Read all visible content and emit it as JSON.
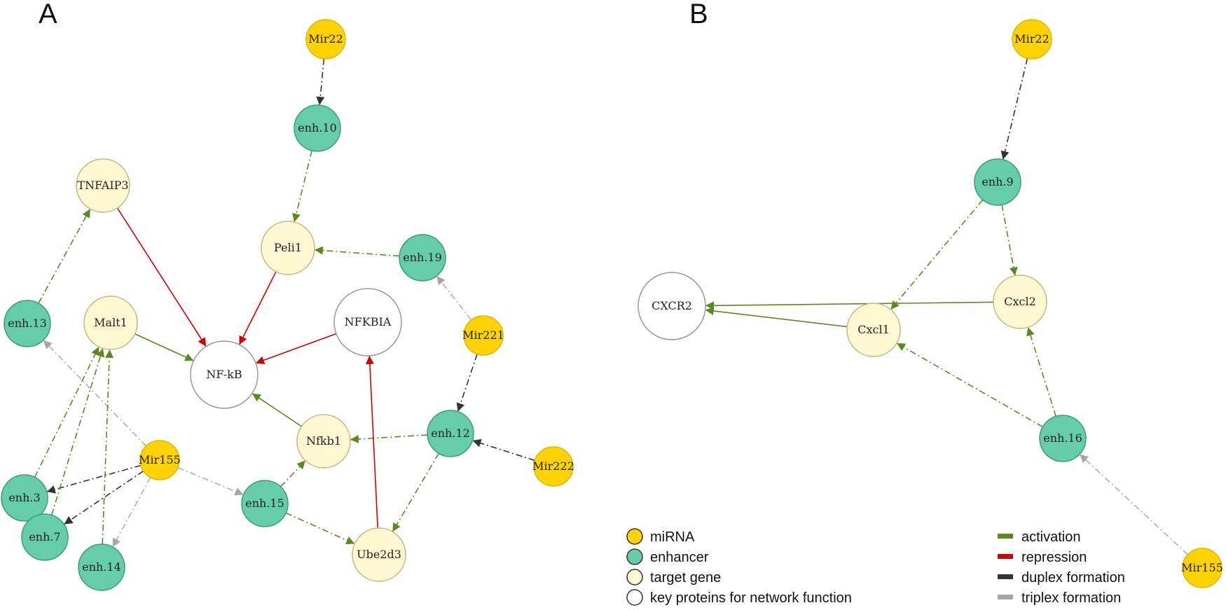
{
  "panels": [
    {
      "label": "A"
    },
    {
      "label": "B"
    }
  ],
  "colors": {
    "mirna_fill": "#FFD300",
    "mirna_stroke": "#D9B800",
    "enhancer_fill": "#66CDAA",
    "enhancer_stroke": "#3E9C7C",
    "gene_fill": "#FFF8D0",
    "gene_stroke": "#BDB88A",
    "protein_fill": "#FFFFFF",
    "protein_stroke": "#9A9A9A",
    "activation": "#5A8A1E",
    "repression": "#D10000",
    "duplex": "#333333",
    "triplex": "#A5A5A5"
  },
  "nodes": [
    {
      "id": "a_mir22",
      "panel": "A",
      "label": "Mir22",
      "type": "miRNA"
    },
    {
      "id": "a_enh10",
      "panel": "A",
      "label": "enh.10",
      "type": "enhancer"
    },
    {
      "id": "a_tnfaip3",
      "panel": "A",
      "label": "TNFAIP3",
      "type": "target gene"
    },
    {
      "id": "a_peli1",
      "panel": "A",
      "label": "Peli1",
      "type": "target gene"
    },
    {
      "id": "a_enh19",
      "panel": "A",
      "label": "enh.19",
      "type": "enhancer"
    },
    {
      "id": "a_enh13",
      "panel": "A",
      "label": "enh.13",
      "type": "enhancer"
    },
    {
      "id": "a_malt1",
      "panel": "A",
      "label": "Malt1",
      "type": "target gene"
    },
    {
      "id": "a_nfkbia",
      "panel": "A",
      "label": "NFKBIA",
      "type": "key protein"
    },
    {
      "id": "a_mir221",
      "panel": "A",
      "label": "Mir221",
      "type": "miRNA"
    },
    {
      "id": "a_nfkb",
      "panel": "A",
      "label": "NF-kB",
      "type": "key protein"
    },
    {
      "id": "a_enh12",
      "panel": "A",
      "label": "enh.12",
      "type": "enhancer"
    },
    {
      "id": "a_nfkb1",
      "panel": "A",
      "label": "Nfkb1",
      "type": "target gene"
    },
    {
      "id": "a_mir155",
      "panel": "A",
      "label": "Mir155",
      "type": "miRNA"
    },
    {
      "id": "a_mir222",
      "panel": "A",
      "label": "Mir222",
      "type": "miRNA"
    },
    {
      "id": "a_enh3",
      "panel": "A",
      "label": "enh.3",
      "type": "enhancer"
    },
    {
      "id": "a_enh15",
      "panel": "A",
      "label": "enh.15",
      "type": "enhancer"
    },
    {
      "id": "a_enh7",
      "panel": "A",
      "label": "enh.7",
      "type": "enhancer"
    },
    {
      "id": "a_enh14",
      "panel": "A",
      "label": "enh.14",
      "type": "enhancer"
    },
    {
      "id": "a_ube2d3",
      "panel": "A",
      "label": "Ube2d3",
      "type": "target gene"
    },
    {
      "id": "b_mir22",
      "panel": "B",
      "label": "Mir22",
      "type": "miRNA"
    },
    {
      "id": "b_enh9",
      "panel": "B",
      "label": "enh.9",
      "type": "enhancer"
    },
    {
      "id": "b_cxcr2",
      "panel": "B",
      "label": "CXCR2",
      "type": "key protein"
    },
    {
      "id": "b_cxcl2",
      "panel": "B",
      "label": "Cxcl2",
      "type": "target gene"
    },
    {
      "id": "b_cxcl1",
      "panel": "B",
      "label": "Cxcl1",
      "type": "target gene"
    },
    {
      "id": "b_enh16",
      "panel": "B",
      "label": "enh.16",
      "type": "enhancer"
    },
    {
      "id": "b_mir155",
      "panel": "B",
      "label": "Mir155",
      "type": "miRNA"
    }
  ],
  "edges": [
    {
      "from": "a_mir22",
      "to": "a_enh10",
      "kind": "duplex formation"
    },
    {
      "from": "a_enh10",
      "to": "a_peli1",
      "kind": "activation"
    },
    {
      "from": "a_enh19",
      "to": "a_peli1",
      "kind": "activation"
    },
    {
      "from": "a_mir221",
      "to": "a_enh19",
      "kind": "triplex formation"
    },
    {
      "from": "a_mir221",
      "to": "a_enh12",
      "kind": "duplex formation"
    },
    {
      "from": "a_mir222",
      "to": "a_enh12",
      "kind": "duplex formation"
    },
    {
      "from": "a_enh12",
      "to": "a_nfkb1",
      "kind": "activation"
    },
    {
      "from": "a_enh12",
      "to": "a_ube2d3",
      "kind": "activation"
    },
    {
      "from": "a_enh13",
      "to": "a_tnfaip3",
      "kind": "activation"
    },
    {
      "from": "a_tnfaip3",
      "to": "a_nfkb",
      "kind": "repression"
    },
    {
      "from": "a_peli1",
      "to": "a_nfkb",
      "kind": "repression"
    },
    {
      "from": "a_nfkbia",
      "to": "a_nfkb",
      "kind": "repression"
    },
    {
      "from": "a_ube2d3",
      "to": "a_nfkbia",
      "kind": "repression"
    },
    {
      "from": "a_malt1",
      "to": "a_nfkb",
      "kind": "activation"
    },
    {
      "from": "a_nfkb1",
      "to": "a_nfkb",
      "kind": "activation"
    },
    {
      "from": "a_mir155",
      "to": "a_enh13",
      "kind": "triplex formation"
    },
    {
      "from": "a_mir155",
      "to": "a_enh3",
      "kind": "duplex formation"
    },
    {
      "from": "a_mir155",
      "to": "a_enh7",
      "kind": "duplex formation"
    },
    {
      "from": "a_mir155",
      "to": "a_enh14",
      "kind": "triplex formation"
    },
    {
      "from": "a_mir155",
      "to": "a_enh15",
      "kind": "triplex formation"
    },
    {
      "from": "a_enh3",
      "to": "a_malt1",
      "kind": "activation"
    },
    {
      "from": "a_enh7",
      "to": "a_malt1",
      "kind": "activation"
    },
    {
      "from": "a_enh14",
      "to": "a_malt1",
      "kind": "activation"
    },
    {
      "from": "a_enh15",
      "to": "a_nfkb1",
      "kind": "activation"
    },
    {
      "from": "a_enh15",
      "to": "a_ube2d3",
      "kind": "activation"
    },
    {
      "from": "b_mir22",
      "to": "b_enh9",
      "kind": "duplex formation"
    },
    {
      "from": "b_enh9",
      "to": "b_cxcl1",
      "kind": "activation"
    },
    {
      "from": "b_enh9",
      "to": "b_cxcl2",
      "kind": "activation"
    },
    {
      "from": "b_cxcl2",
      "to": "b_cxcr2",
      "kind": "activation"
    },
    {
      "from": "b_cxcl1",
      "to": "b_cxcr2",
      "kind": "activation"
    },
    {
      "from": "b_enh16",
      "to": "b_cxcl1",
      "kind": "activation"
    },
    {
      "from": "b_enh16",
      "to": "b_cxcl2",
      "kind": "activation"
    },
    {
      "from": "b_mir155",
      "to": "b_enh16",
      "kind": "triplex formation"
    }
  ],
  "legend": {
    "node_types": [
      {
        "label": "miRNA",
        "color_key": "mirna"
      },
      {
        "label": "enhancer",
        "color_key": "enhancer"
      },
      {
        "label": "target gene",
        "color_key": "gene"
      },
      {
        "label": "key proteins for network function",
        "color_key": "protein"
      }
    ],
    "edge_types": [
      {
        "label": "activation",
        "color_key": "activation"
      },
      {
        "label": "repression",
        "color_key": "repression"
      },
      {
        "label": "duplex formation",
        "color_key": "duplex"
      },
      {
        "label": "triplex formation",
        "color_key": "triplex"
      }
    ]
  }
}
